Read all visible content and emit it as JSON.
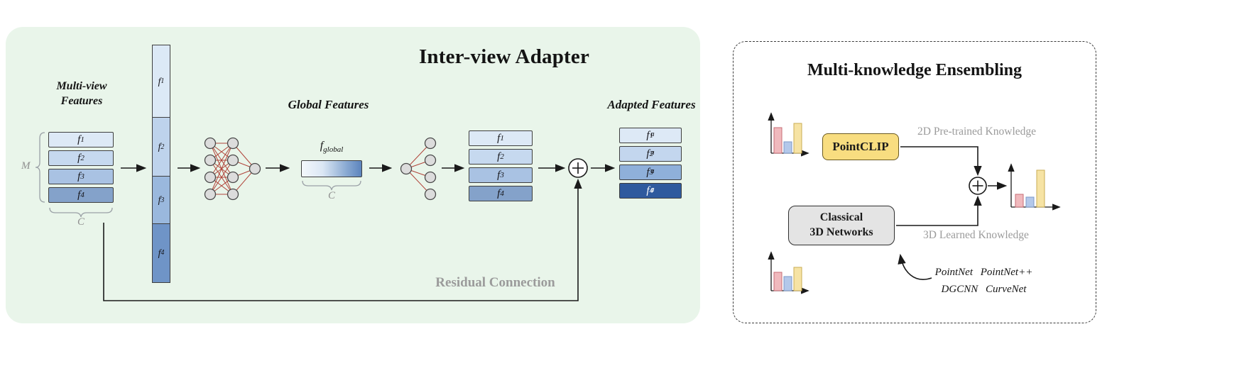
{
  "left_panel": {
    "title": "Inter-view Adapter",
    "multiview_label": {
      "line1": "Multi-view",
      "line2": "Features"
    },
    "m_label": "M",
    "c_label": "C",
    "input_stack": [
      {
        "base": "f",
        "sub": "1"
      },
      {
        "base": "f",
        "sub": "2"
      },
      {
        "base": "f",
        "sub": "3"
      },
      {
        "base": "f",
        "sub": "4"
      }
    ],
    "concat_column": [
      {
        "base": "f",
        "sub": "1"
      },
      {
        "base": "f",
        "sub": "2"
      },
      {
        "base": "f",
        "sub": "3"
      },
      {
        "base": "f",
        "sub": "4"
      }
    ],
    "global_features_label": "Global Features",
    "f_global": {
      "base": "f",
      "sub": "global"
    },
    "decoded_stack": [
      {
        "base": "f",
        "sub": "1"
      },
      {
        "base": "f",
        "sub": "2"
      },
      {
        "base": "f",
        "sub": "3"
      },
      {
        "base": "f",
        "sub": "4"
      }
    ],
    "adapted_features_label": "Adapted Features",
    "adapted_stack": [
      {
        "base": "f",
        "sub": "1",
        "sup": "a"
      },
      {
        "base": "f",
        "sub": "2",
        "sup": "a"
      },
      {
        "base": "f",
        "sub": "3",
        "sup": "a"
      },
      {
        "base": "f",
        "sub": "4",
        "sup": "a"
      }
    ],
    "residual_label": "Residual Connection"
  },
  "right_panel": {
    "title": "Multi-knowledge Ensembling",
    "pointclip_label": "PointCLIP",
    "knowledge_2d_label": "2D Pre-trained Knowledge",
    "classical_box": {
      "line1": "Classical",
      "line2": "3D Networks"
    },
    "knowledge_3d_label": "3D Learned Knowledge",
    "networks_caption": {
      "line1": "PointNet PointNet++",
      "line2": "DGCNN CurveNet"
    },
    "bar_chart_icons": {
      "top_left_heights": [
        36,
        16,
        42
      ],
      "bottom_left_heights": [
        26,
        20,
        34
      ],
      "ensembled_heights": [
        18,
        14,
        52
      ],
      "bar_colors": [
        "#f0b9bd",
        "#b3c8ea",
        "#f6e3a4"
      ]
    }
  },
  "palette": {
    "left_panel_bg": "#e9f5ea",
    "stack_blues": [
      "#dde9f6",
      "#c6d9ef",
      "#a9c2e3",
      "#84a2ca"
    ],
    "concat_blues": [
      "#dce9f6",
      "#bed3ec",
      "#9ab8dd",
      "#6f94c7"
    ],
    "adapted_blues": [
      "#dde9f6",
      "#c3d6ee",
      "#8fb0da",
      "#2f5a9e"
    ],
    "nn_edge_red": "#b0443a",
    "node_gray": "#dcdcdc",
    "pointclip_yellow": "#f8dd80",
    "classical_gray": "#e4e4e4"
  }
}
